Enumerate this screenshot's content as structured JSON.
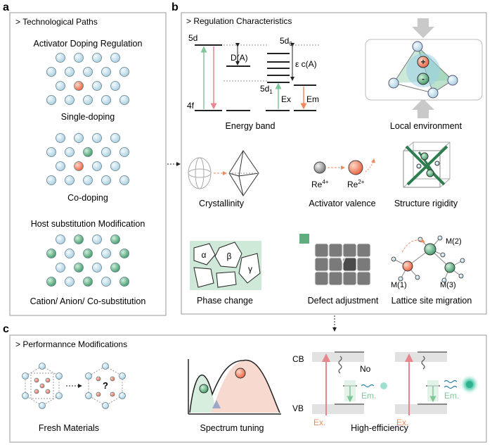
{
  "panels": {
    "a": {
      "letter": "a",
      "header": "> Technological Paths",
      "sections": [
        "Activator Doping Regulation",
        "Single-doping",
        "Co-doping",
        "Host substitution Modification",
        "Cation/ Anion/ Co-substitution"
      ]
    },
    "b": {
      "letter": "b",
      "header": "> Regulation Characteristics",
      "energy": {
        "levels": [
          "5d",
          "5d",
          "5d",
          "4f"
        ],
        "level_sub_top": "0",
        "level_sub_bottom": "1",
        "d_label": "D(A)",
        "eps_label": "ε c(A)",
        "ex_label": "Ex",
        "em_label": "Em"
      },
      "captions": [
        "Energy band",
        "Local environment",
        "Crystallinity",
        "Activator valence",
        "Structure rigidity",
        "Phase change",
        "Defect adjustment",
        "Lattice site migration"
      ],
      "valence": [
        "Re",
        "4+",
        "Re",
        "2+"
      ],
      "phase_symbols": [
        "α",
        "β",
        "γ"
      ],
      "defect_symbol": "V",
      "sites": [
        "M(1)",
        "M(2)",
        "M(3)"
      ]
    },
    "c": {
      "letter": "c",
      "header": "> Performannce Modifications",
      "captions": [
        "Fresh Materials",
        "Spectrum tuning",
        "High-efficiency"
      ],
      "question": "?",
      "band_labels": [
        "CB",
        "VB",
        "No",
        "Ex.",
        "Em.",
        "Ex.",
        "Em."
      ]
    }
  },
  "colors": {
    "blue_atom": "#c7e3ee",
    "green_atom": "#6fbf8c",
    "orange_atom": "#f28f6f",
    "green_fill": "#d7eedf",
    "pink_fill": "#f7d9cf",
    "arrow_pink": "#e8868d",
    "arrow_green": "#7fc79a"
  }
}
